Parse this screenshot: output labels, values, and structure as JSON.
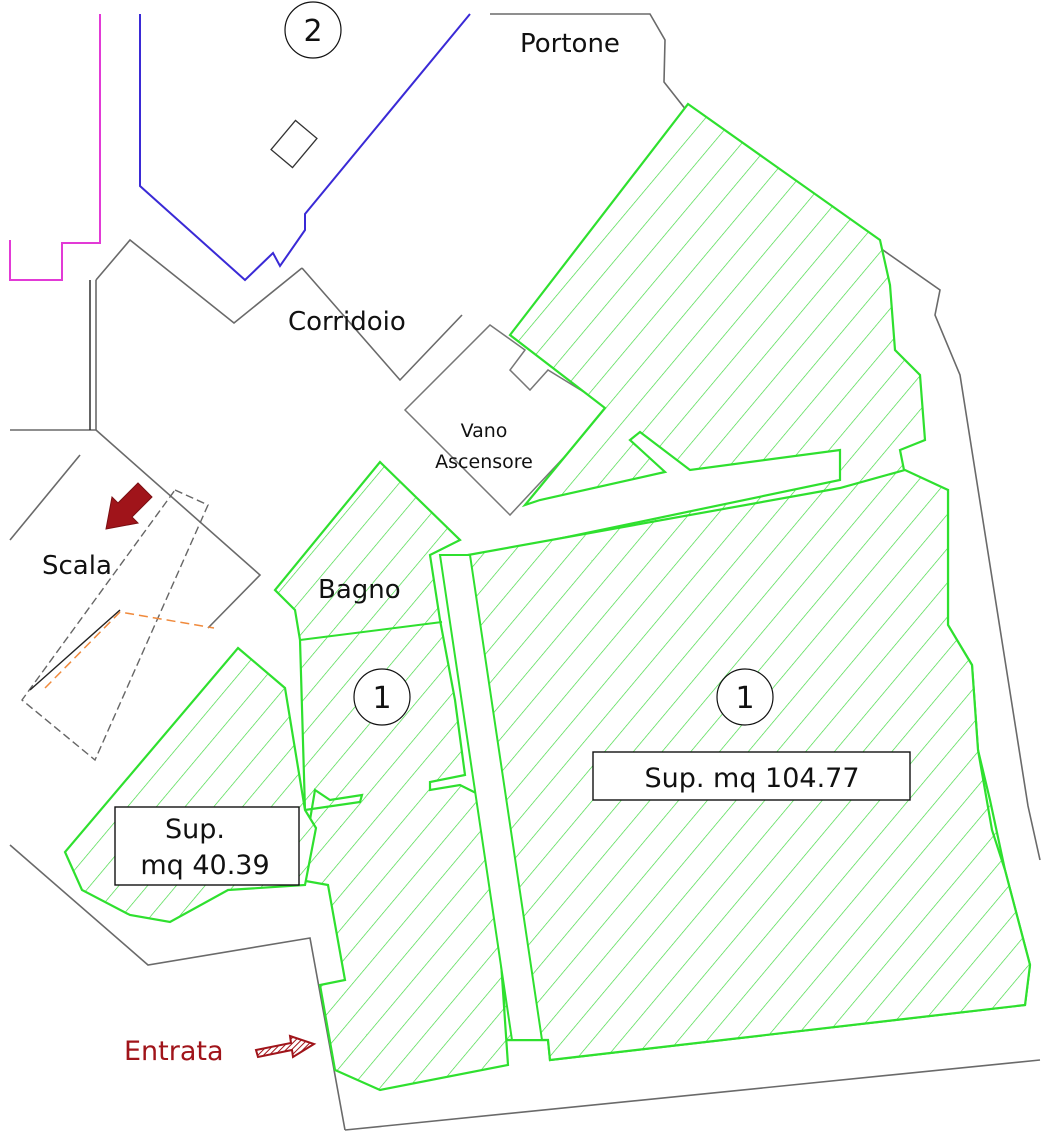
{
  "labels": {
    "portone": "Portone",
    "corridoio": "Corridoio",
    "vano_line1": "Vano",
    "vano_line2": "Ascensore",
    "scala": "Scala",
    "bagno": "Bagno",
    "entrata": "Entrata"
  },
  "unit_marks": {
    "top": "2",
    "left": "1",
    "right": "1"
  },
  "area_tags": {
    "left_line1": "Sup.",
    "left_line2": "mq 40.39",
    "right": "Sup. mq 104.77"
  },
  "colors": {
    "area_stroke": "#2fe02f",
    "hatch": "#3bd83b",
    "apartment_blue": "#3a2ad6",
    "apartment_magenta": "#e23ad6",
    "arrow_red": "#a0141a",
    "dashed_orange": "#f08a3c",
    "text": "#111111"
  },
  "icons": {
    "scala_arrow": "arrow-down-left-icon",
    "entrata_arrow": "arrow-right-hatched-icon"
  }
}
